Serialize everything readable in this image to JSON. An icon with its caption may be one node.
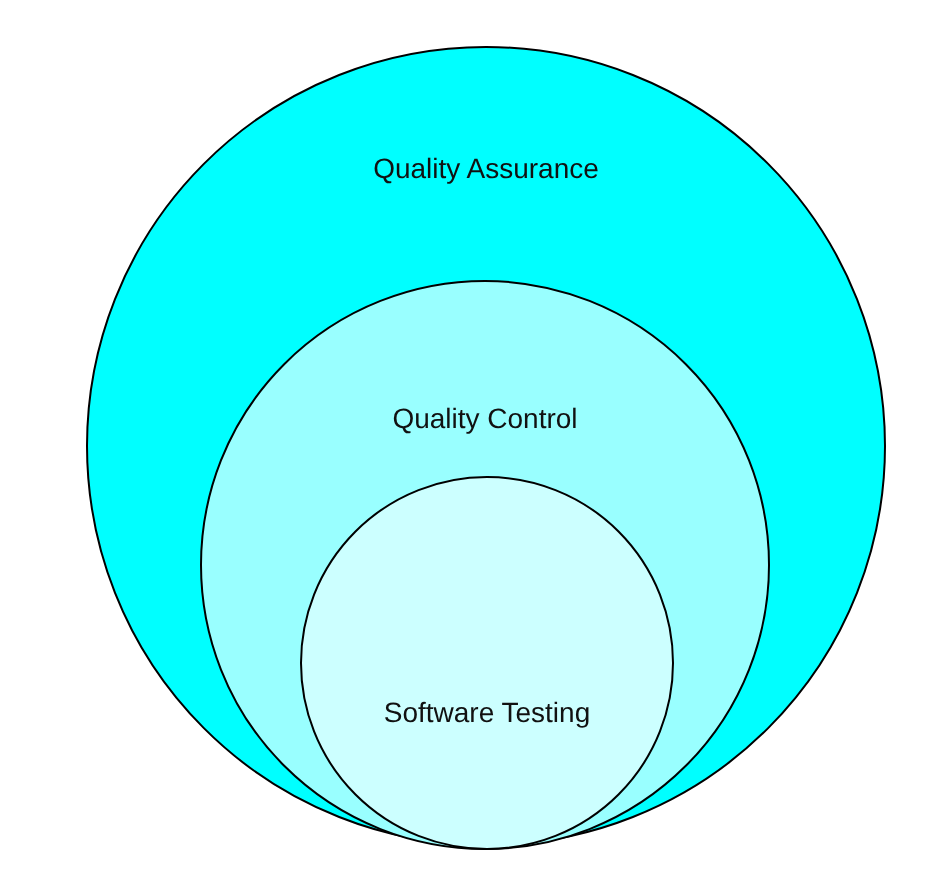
{
  "diagram": {
    "nodes": [
      {
        "text": [
          "Quality Assurance"
        ]
      },
      {
        "text": [
          "Quality Control"
        ],
        "in": 0
      },
      {
        "text": [
          "Software Testing"
        ],
        "in": 1
      }
    ]
  }
}
